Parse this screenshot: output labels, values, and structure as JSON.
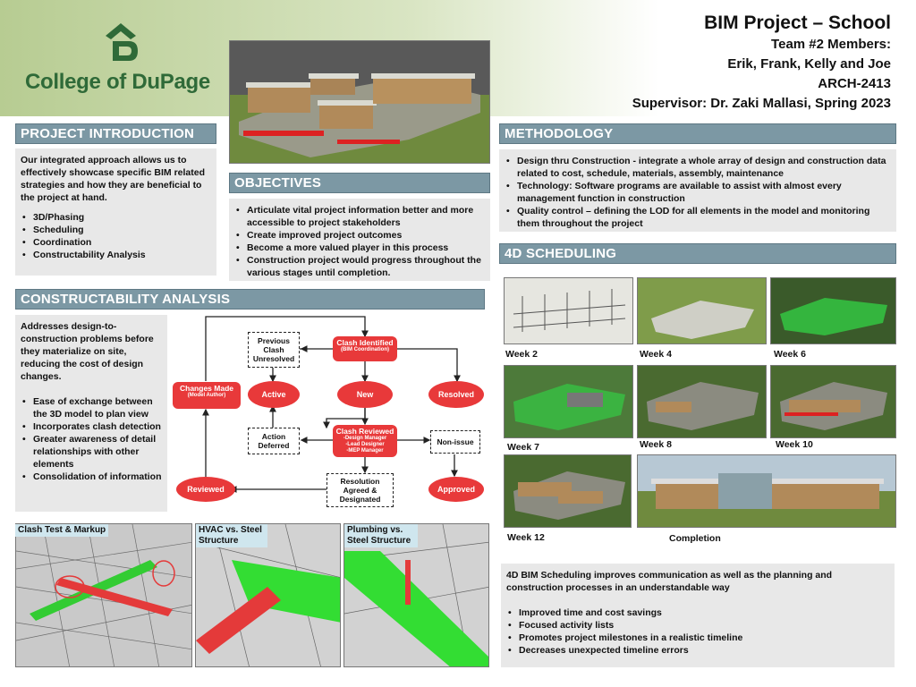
{
  "header": {
    "college": "College of DuPage",
    "title": "BIM Project – School",
    "team_label": "Team #2 Members:",
    "members": "Erik, Frank, Kelly and Joe",
    "course": "ARCH-2413",
    "supervisor": "Supervisor: Dr. Zaki Mallasi, Spring 2023"
  },
  "intro": {
    "heading": "PROJECT INTRODUCTION",
    "text": "Our integrated approach allows us to effectively showcase specific BIM related strategies and how they are beneficial to the project at hand.",
    "items": [
      "3D/Phasing",
      "Scheduling",
      "Coordination",
      "Constructability Analysis"
    ]
  },
  "objectives": {
    "heading": "OBJECTIVES",
    "items": [
      "Articulate vital project  information better and more accessible to project stakeholders",
      "Create improved project outcomes",
      "Become a more valued player in this process",
      "Construction project would progress throughout the various stages until completion."
    ]
  },
  "methodology": {
    "heading": "METHODOLOGY",
    "items": [
      "Design thru Construction - integrate a whole array of design and construction data related to cost, schedule, materials, assembly, maintenance",
      "Technology: Software programs are available to assist with almost every management function in construction",
      "Quality control – defining the LOD for all elements in the model and monitoring them throughout the project"
    ]
  },
  "scheduling": {
    "heading": "4D SCHEDULING",
    "weeks": [
      "Week 2",
      "Week 4",
      "Week 6",
      "Week 7",
      "Week 8",
      "Week 10",
      "Week 12",
      "Completion"
    ],
    "summary": "4D BIM Scheduling improves communication as well as the planning and construction processes in an understandable way",
    "items": [
      "Improved time and cost savings",
      "Focused activity lists",
      "Promotes project milestones in a realistic timeline",
      "Decreases unexpected timeline errors"
    ]
  },
  "constructability": {
    "heading": "CONSTRUCTABILITY ANALYSIS",
    "text": "Addresses design-to-construction problems before they materialize on site, reducing the cost of design changes.",
    "items": [
      "Ease of exchange between the 3D model to plan view",
      "Incorporates clash detection",
      "Greater awareness of detail relationships with other elements",
      "Consolidation of information"
    ]
  },
  "flow": {
    "previous": "Previous Clash Unresolved",
    "clash_identified": "Clash Identified",
    "clash_identified_sub": "(BIM Coordination)",
    "changes_made": "Changes Made",
    "changes_made_sub": "(Model Author)",
    "active": "Active",
    "new": "New",
    "resolved": "Resolved",
    "action_deferred": "Action Deferred",
    "clash_reviewed": "Clash Reviewed",
    "clash_reviewed_sub1": "-Design Manager",
    "clash_reviewed_sub2": "-Lead Designer",
    "clash_reviewed_sub3": "-MEP Manager",
    "non_issue": "Non-issue",
    "reviewed": "Reviewed",
    "resolution": "Resolution Agreed & Designated",
    "approved": "Approved"
  },
  "clash_images": {
    "markup": "Clash Test & Markup",
    "hvac": "HVAC vs. Steel Structure",
    "plumbing": "Plumbing  vs. Steel Structure"
  },
  "colors": {
    "bar": "#7c98a4",
    "panel": "#e8e8e8",
    "brand_green": "#2f6a38",
    "flow_red": "#e8393a"
  }
}
